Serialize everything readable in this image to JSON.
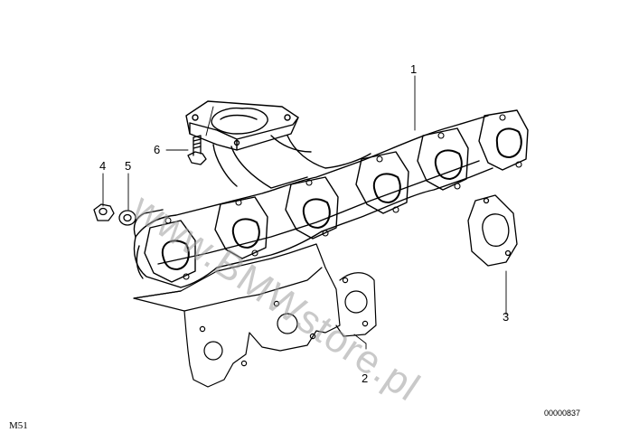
{
  "diagram": {
    "callouts": [
      "1",
      "2",
      "3",
      "4",
      "5",
      "6"
    ],
    "drawing_number": "00000837",
    "model": "M51",
    "watermark": "www.BMWstore.pl"
  },
  "colors": {
    "line": "#000000",
    "watermark": "#9e9e9e"
  }
}
